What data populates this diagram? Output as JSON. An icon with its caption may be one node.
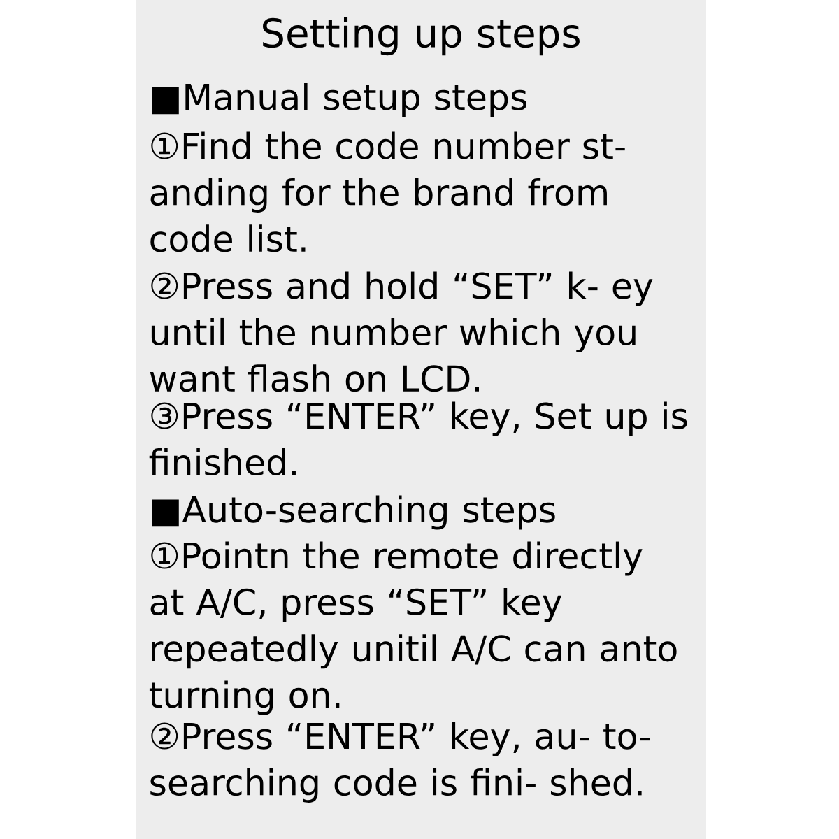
{
  "diagram": {
    "title": "Setting up steps",
    "labels": [
      "■Manual setup steps",
      "①Find the code number st- anding for the brand from code list.",
      "②Press and hold “SET” k- ey until the number which you want flash on LCD.",
      "③Press “ENTER” key, Set up is finished.",
      "■Auto-searching steps",
      "①Pointn the remote directly at A/C, press “SET” key repeatedly unitil A/C can anto turning on.",
      "②Press “ENTER” key, au- to-searching code is fini- shed."
    ]
  }
}
